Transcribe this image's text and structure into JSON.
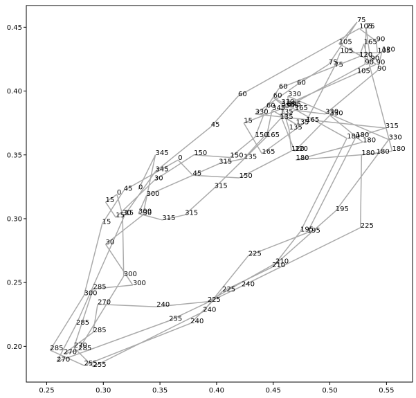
{
  "chart_data": {
    "type": "line",
    "title": "",
    "xlabel": "",
    "ylabel": "",
    "xlim": [
      0.232,
      0.573
    ],
    "ylim": [
      0.172,
      0.467
    ],
    "xticks": [
      0.25,
      0.3,
      0.35,
      0.4,
      0.45,
      0.5,
      0.55
    ],
    "xtick_labels": [
      "0.25",
      "0.30",
      "0.35",
      "0.40",
      "0.45",
      "0.50",
      "0.55"
    ],
    "yticks": [
      0.2,
      0.25,
      0.3,
      0.35,
      0.4,
      0.45
    ],
    "ytick_labels": [
      "0.20",
      "0.25",
      "0.30",
      "0.35",
      "0.40",
      "0.45"
    ],
    "grid": false,
    "line_color": "#aaaaaa",
    "series": [
      {
        "points": [
          {
            "x": 0.331,
            "y": 0.323,
            "label": "0"
          },
          {
            "x": 0.346,
            "y": 0.35,
            "label": "345"
          },
          {
            "x": 0.335,
            "y": 0.303,
            "label": "30"
          },
          {
            "x": 0.302,
            "y": 0.28,
            "label": "30"
          },
          {
            "x": 0.326,
            "y": 0.248,
            "label": "300"
          },
          {
            "x": 0.291,
            "y": 0.245,
            "label": "285"
          },
          {
            "x": 0.274,
            "y": 0.199,
            "label": "270"
          },
          {
            "x": 0.291,
            "y": 0.184,
            "label": "255"
          },
          {
            "x": 0.388,
            "y": 0.227,
            "label": "240"
          },
          {
            "x": 0.428,
            "y": 0.271,
            "label": "225"
          },
          {
            "x": 0.48,
            "y": 0.289,
            "label": "195"
          },
          {
            "x": 0.523,
            "y": 0.364,
            "label": "180"
          },
          {
            "x": 0.549,
            "y": 0.371,
            "label": "315"
          },
          {
            "x": 0.434,
            "y": 0.382,
            "label": "330"
          },
          {
            "x": 0.471,
            "y": 0.405,
            "label": "60"
          },
          {
            "x": 0.499,
            "y": 0.421,
            "label": "75"
          },
          {
            "x": 0.524,
            "y": 0.454,
            "label": "75"
          },
          {
            "x": 0.508,
            "y": 0.437,
            "label": "105"
          },
          {
            "x": 0.541,
            "y": 0.421,
            "label": "90"
          },
          {
            "x": 0.524,
            "y": 0.414,
            "label": "105"
          },
          {
            "x": 0.458,
            "y": 0.388,
            "label": "165"
          },
          {
            "x": 0.464,
            "y": 0.37,
            "label": "135"
          },
          {
            "x": 0.466,
            "y": 0.353,
            "label": "120"
          },
          {
            "x": 0.42,
            "y": 0.332,
            "label": "150"
          },
          {
            "x": 0.379,
            "y": 0.334,
            "label": "45"
          },
          {
            "x": 0.366,
            "y": 0.346,
            "label": "0"
          },
          {
            "x": 0.318,
            "y": 0.322,
            "label": "45"
          },
          {
            "x": 0.299,
            "y": 0.296,
            "label": "15"
          },
          {
            "x": 0.283,
            "y": 0.24,
            "label": "300"
          },
          {
            "x": 0.253,
            "y": 0.197,
            "label": "285"
          },
          {
            "x": 0.283,
            "y": 0.185,
            "label": "255"
          },
          {
            "x": 0.377,
            "y": 0.218,
            "label": "240"
          },
          {
            "x": 0.405,
            "y": 0.243,
            "label": "225"
          },
          {
            "x": 0.449,
            "y": 0.262,
            "label": "210"
          },
          {
            "x": 0.505,
            "y": 0.306,
            "label": "195"
          },
          {
            "x": 0.552,
            "y": 0.362,
            "label": "330"
          },
          {
            "x": 0.463,
            "y": 0.396,
            "label": "330"
          },
          {
            "x": 0.463,
            "y": 0.388,
            "label": "345"
          },
          {
            "x": 0.424,
            "y": 0.375,
            "label": "15"
          },
          {
            "x": 0.44,
            "y": 0.351,
            "label": "165"
          },
          {
            "x": 0.479,
            "y": 0.376,
            "label": "165"
          },
          {
            "x": 0.504,
            "y": 0.419,
            "label": "75"
          },
          {
            "x": 0.509,
            "y": 0.43,
            "label": "105"
          },
          {
            "x": 0.542,
            "y": 0.43,
            "label": "105"
          },
          {
            "x": 0.541,
            "y": 0.439,
            "label": "90"
          },
          {
            "x": 0.526,
            "y": 0.449,
            "label": "105"
          },
          {
            "x": 0.419,
            "y": 0.396,
            "label": "60"
          },
          {
            "x": 0.395,
            "y": 0.372,
            "label": "45"
          },
          {
            "x": 0.346,
            "y": 0.337,
            "label": "345"
          },
          {
            "x": 0.319,
            "y": 0.303,
            "label": "15"
          },
          {
            "x": 0.276,
            "y": 0.217,
            "label": "285"
          },
          {
            "x": 0.259,
            "y": 0.188,
            "label": "270"
          },
          {
            "x": 0.358,
            "y": 0.22,
            "label": "255"
          },
          {
            "x": 0.422,
            "y": 0.247,
            "label": "240"
          },
          {
            "x": 0.527,
            "y": 0.293,
            "label": "225"
          },
          {
            "x": 0.528,
            "y": 0.35,
            "label": "180"
          },
          {
            "x": 0.555,
            "y": 0.353,
            "label": "180"
          },
          {
            "x": 0.53,
            "y": 0.437,
            "label": "165"
          },
          {
            "x": 0.526,
            "y": 0.427,
            "label": "120"
          },
          {
            "x": 0.455,
            "y": 0.402,
            "label": "60"
          },
          {
            "x": 0.444,
            "y": 0.387,
            "label": "60"
          },
          {
            "x": 0.434,
            "y": 0.364,
            "label": "150"
          },
          {
            "x": 0.412,
            "y": 0.348,
            "label": "150"
          },
          {
            "x": 0.38,
            "y": 0.35,
            "label": "150"
          },
          {
            "x": 0.345,
            "y": 0.33,
            "label": "30"
          },
          {
            "x": 0.311,
            "y": 0.301,
            "label": "15"
          },
          {
            "x": 0.302,
            "y": 0.313,
            "label": "15"
          },
          {
            "x": 0.312,
            "y": 0.319,
            "label": "0"
          },
          {
            "x": 0.317,
            "y": 0.303,
            "label": "30"
          },
          {
            "x": 0.318,
            "y": 0.255,
            "label": "300"
          },
          {
            "x": 0.278,
            "y": 0.197,
            "label": "285"
          },
          {
            "x": 0.265,
            "y": 0.194,
            "label": "270"
          },
          {
            "x": 0.291,
            "y": 0.211,
            "label": "285"
          },
          {
            "x": 0.295,
            "y": 0.233,
            "label": "270"
          },
          {
            "x": 0.347,
            "y": 0.231,
            "label": "240"
          },
          {
            "x": 0.392,
            "y": 0.235,
            "label": "225"
          },
          {
            "x": 0.452,
            "y": 0.265,
            "label": "210"
          },
          {
            "x": 0.474,
            "y": 0.29,
            "label": "195"
          },
          {
            "x": 0.515,
            "y": 0.363,
            "label": "180"
          },
          {
            "x": 0.45,
            "y": 0.395,
            "label": "60"
          },
          {
            "x": 0.457,
            "y": 0.39,
            "label": "330"
          },
          {
            "x": 0.461,
            "y": 0.387,
            "label": "345"
          },
          {
            "x": 0.531,
            "y": 0.421,
            "label": "90"
          },
          {
            "x": 0.532,
            "y": 0.449,
            "label": "75"
          },
          {
            "x": 0.536,
            "y": 0.424,
            "label": "90"
          },
          {
            "x": 0.546,
            "y": 0.431,
            "label": "120"
          },
          {
            "x": 0.542,
            "y": 0.416,
            "label": "90"
          },
          {
            "x": 0.496,
            "y": 0.382,
            "label": "330"
          },
          {
            "x": 0.469,
            "y": 0.385,
            "label": "165"
          },
          {
            "x": 0.456,
            "y": 0.378,
            "label": "135"
          },
          {
            "x": 0.424,
            "y": 0.347,
            "label": "135"
          },
          {
            "x": 0.402,
            "y": 0.343,
            "label": "315"
          },
          {
            "x": 0.338,
            "y": 0.318,
            "label": "300"
          },
          {
            "x": 0.331,
            "y": 0.304,
            "label": "300"
          },
          {
            "x": 0.352,
            "y": 0.299,
            "label": "315"
          },
          {
            "x": 0.372,
            "y": 0.303,
            "label": "315"
          },
          {
            "x": 0.398,
            "y": 0.324,
            "label": "315"
          },
          {
            "x": 0.444,
            "y": 0.364,
            "label": "165"
          },
          {
            "x": 0.449,
            "y": 0.385,
            "label": "345"
          },
          {
            "x": 0.47,
            "y": 0.374,
            "label": "135"
          },
          {
            "x": 0.456,
            "y": 0.382,
            "label": "135"
          },
          {
            "x": 0.469,
            "y": 0.353,
            "label": "120"
          },
          {
            "x": 0.5,
            "y": 0.381,
            "label": "330"
          },
          {
            "x": 0.529,
            "y": 0.36,
            "label": "180"
          },
          {
            "x": 0.47,
            "y": 0.346,
            "label": "180"
          },
          {
            "x": 0.541,
            "y": 0.351,
            "label": "180"
          }
        ]
      }
    ]
  }
}
